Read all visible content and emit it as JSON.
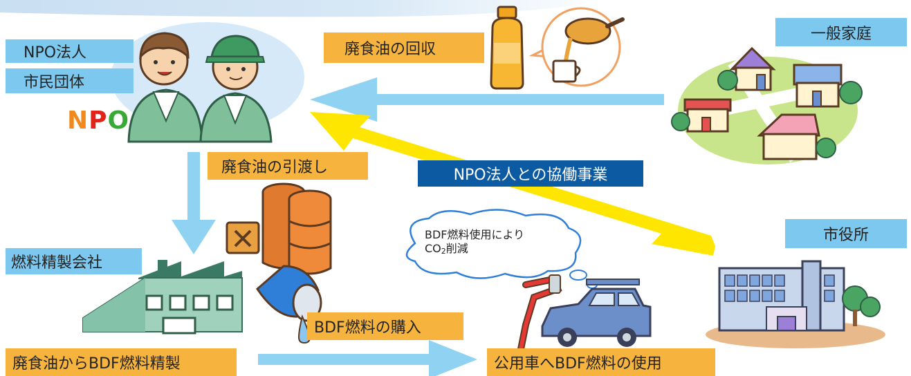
{
  "labels": {
    "npo_corp": "NPO法人",
    "citizen_group": "市民団体",
    "npo_logo_n": "N",
    "npo_logo_p": "P",
    "npo_logo_o": "O",
    "collection": "廃食油の回収",
    "household": "一般家庭",
    "handover": "廃食油の引渡し",
    "collaboration": "NPO法人との協働事業",
    "refinery": "燃料精製会社",
    "city_hall": "市役所",
    "purchase": "BDF燃料の購入",
    "refine": "廃食油からBDF燃料精製",
    "official_vehicle": "公用車へBDF燃料の使用"
  },
  "cloud": {
    "line1": "BDF燃料使用により",
    "line2_prefix": "CO",
    "line2_sub": "2",
    "line2_suffix": "削減"
  },
  "colors": {
    "label_blue": "#7cc8ee",
    "label_orange": "#f6b43e",
    "label_navy": "#0b5aa2",
    "arrow_blue": "#8fd2f2",
    "arrow_yellow": "#ffe600"
  }
}
